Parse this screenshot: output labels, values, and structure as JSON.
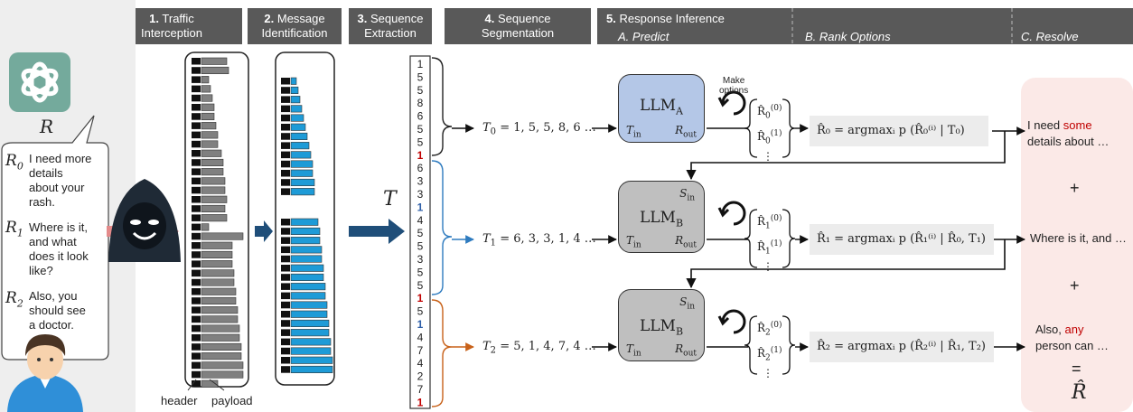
{
  "stages": [
    {
      "num": "1.",
      "label": "Traffic",
      "label2": "Interception"
    },
    {
      "num": "2.",
      "label": "Message",
      "label2": "Identification"
    },
    {
      "num": "3.",
      "label": "Sequence",
      "label2": "Extraction"
    },
    {
      "num": "4.",
      "label": "Sequence",
      "label2": "Segmentation"
    },
    {
      "num": "5.",
      "label": "Response Inference"
    }
  ],
  "substages": [
    "A. Predict",
    "B. Rank Options",
    "C. Resolve"
  ],
  "chat": {
    "model_label": "R",
    "responses": [
      {
        "label": "R",
        "sub": "0",
        "text": [
          "I need more",
          "details",
          "about your",
          "rash."
        ]
      },
      {
        "label": "R",
        "sub": "1",
        "text": [
          "Where is it,",
          "and what",
          "does it look",
          "like?"
        ]
      },
      {
        "label": "R",
        "sub": "2",
        "text": [
          "Also, you",
          "should see",
          "a doctor."
        ]
      }
    ]
  },
  "packet_labels": {
    "header": "header",
    "payload": "payload"
  },
  "sequence": {
    "label": "T",
    "tokens": [
      "1",
      "5",
      "5",
      "8",
      "6",
      "5",
      "5",
      "1",
      "6",
      "3",
      "3",
      "1",
      "4",
      "5",
      "5",
      "3",
      "5",
      "5",
      "1",
      "5",
      "1",
      "4",
      "7",
      "4",
      "2",
      "7",
      "1"
    ],
    "token_colors": {
      "7": "#c00000",
      "11": "#2e5fa8",
      "18": "#c00000",
      "20": "#2e5fa8",
      "26": "#c00000"
    },
    "segment_colors": [
      "#222222",
      "#2e7bbf",
      "#c8621a"
    ]
  },
  "segments": [
    {
      "name": "T",
      "sub": "0",
      "values": "= 1, 5, 5, 8, 6 …"
    },
    {
      "name": "T",
      "sub": "1",
      "values": "= 6, 3, 3, 1, 4 …"
    },
    {
      "name": "T",
      "sub": "2",
      "values": "= 5, 1, 4, 7, 4 …"
    }
  ],
  "llms": [
    {
      "name": "LLM",
      "sub": "A",
      "color": "#b4c7e7",
      "t_in": "T",
      "t_in_sub": "in",
      "r_out": "R",
      "r_out_sub": "out"
    },
    {
      "name": "LLM",
      "sub": "B",
      "color": "#bfbfbf",
      "s_in": "S",
      "s_in_sub": "in",
      "t_in": "T",
      "t_in_sub": "in",
      "r_out": "R",
      "r_out_sub": "out"
    },
    {
      "name": "LLM",
      "sub": "B",
      "color": "#bfbfbf",
      "s_in": "S",
      "s_in_sub": "in",
      "t_in": "T",
      "t_in_sub": "in",
      "r_out": "R",
      "r_out_sub": "out"
    }
  ],
  "make_options": [
    "Make",
    "options"
  ],
  "rank_equations": [
    {
      "lhs": "R̂₀",
      "rhs": "= argmaxᵢ p (R̂₀⁽ⁱ⁾ | T₀)"
    },
    {
      "lhs": "R̂₁",
      "rhs": "= argmaxᵢ p (R̂₁⁽ⁱ⁾ | R̂₀, T₁)"
    },
    {
      "lhs": "R̂₂",
      "rhs": "= argmaxᵢ p (R̂₂⁽ⁱ⁾ | R̂₁, T₂)"
    }
  ],
  "resolved": [
    {
      "pre": "I need ",
      "red": "some",
      "line2": "details about …"
    },
    {
      "pre": "Where is it, and …",
      "red": "",
      "line2": ""
    },
    {
      "pre": "Also, ",
      "red": "any",
      "line2": "person can …"
    }
  ],
  "plus": "+",
  "equals": "=",
  "final": "R̂"
}
